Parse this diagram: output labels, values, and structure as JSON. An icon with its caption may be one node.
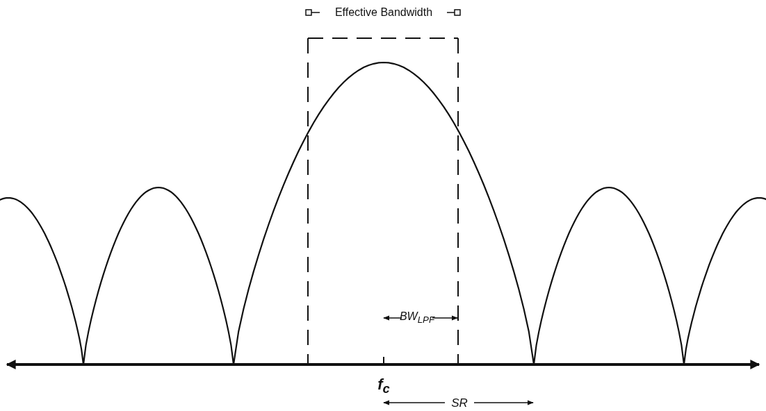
{
  "diagram": {
    "labels": [
      "Effective Bandwidth",
      "BW$_{LPF}$",
      "f$_{c}$",
      "SR"
    ]
  }
}
